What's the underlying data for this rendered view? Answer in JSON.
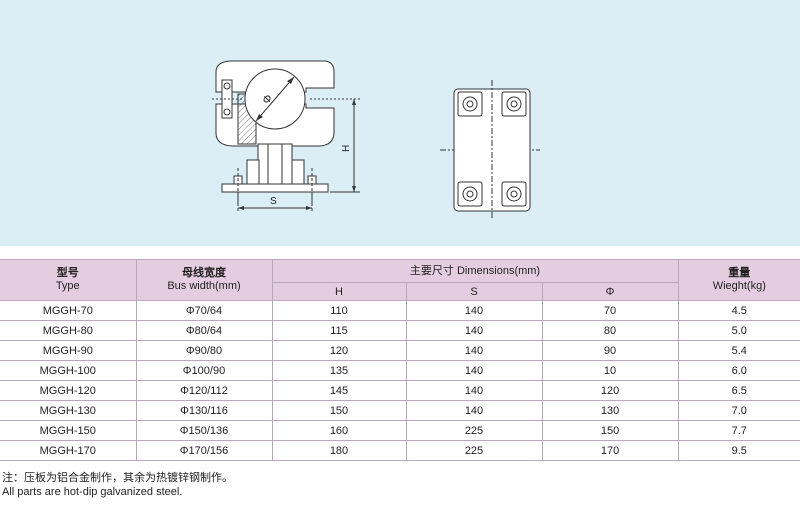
{
  "drawing": {
    "label_phi": "Φ",
    "label_h": "H",
    "label_s": "S"
  },
  "table": {
    "col_type_cn": "型号",
    "col_type_en": "Type",
    "col_bus_cn": "母线宽度",
    "col_bus_en": "Bus width(mm)",
    "col_dim": "主要尺寸 Dimensions(mm)",
    "col_h": "H",
    "col_s": "S",
    "col_phi": "Φ",
    "col_weight_cn": "重量",
    "col_weight_en": "Wieght(kg)",
    "rows": [
      {
        "type": "MGGH-70",
        "bus": "Φ70/64",
        "h": "110",
        "s": "140",
        "phi": "70",
        "weight": "4.5"
      },
      {
        "type": "MGGH-80",
        "bus": "Φ80/64",
        "h": "115",
        "s": "140",
        "phi": "80",
        "weight": "5.0"
      },
      {
        "type": "MGGH-90",
        "bus": "Φ90/80",
        "h": "120",
        "s": "140",
        "phi": "90",
        "weight": "5.4"
      },
      {
        "type": "MGGH-100",
        "bus": "Φ100/90",
        "h": "135",
        "s": "140",
        "phi": "10",
        "weight": "6.0"
      },
      {
        "type": "MGGH-120",
        "bus": "Φ120/112",
        "h": "145",
        "s": "140",
        "phi": "120",
        "weight": "6.5"
      },
      {
        "type": "MGGH-130",
        "bus": "Φ130/116",
        "h": "150",
        "s": "140",
        "phi": "130",
        "weight": "7.0"
      },
      {
        "type": "MGGH-150",
        "bus": "Φ150/136",
        "h": "160",
        "s": "225",
        "phi": "150",
        "weight": "7.7"
      },
      {
        "type": "MGGH-170",
        "bus": "Φ170/156",
        "h": "180",
        "s": "225",
        "phi": "170",
        "weight": "9.5"
      }
    ]
  },
  "notes": {
    "cn": "注：压板为铝合金制作，其余为热镀锌钢制作。",
    "en": "All parts are hot-dip galvanized steel."
  }
}
